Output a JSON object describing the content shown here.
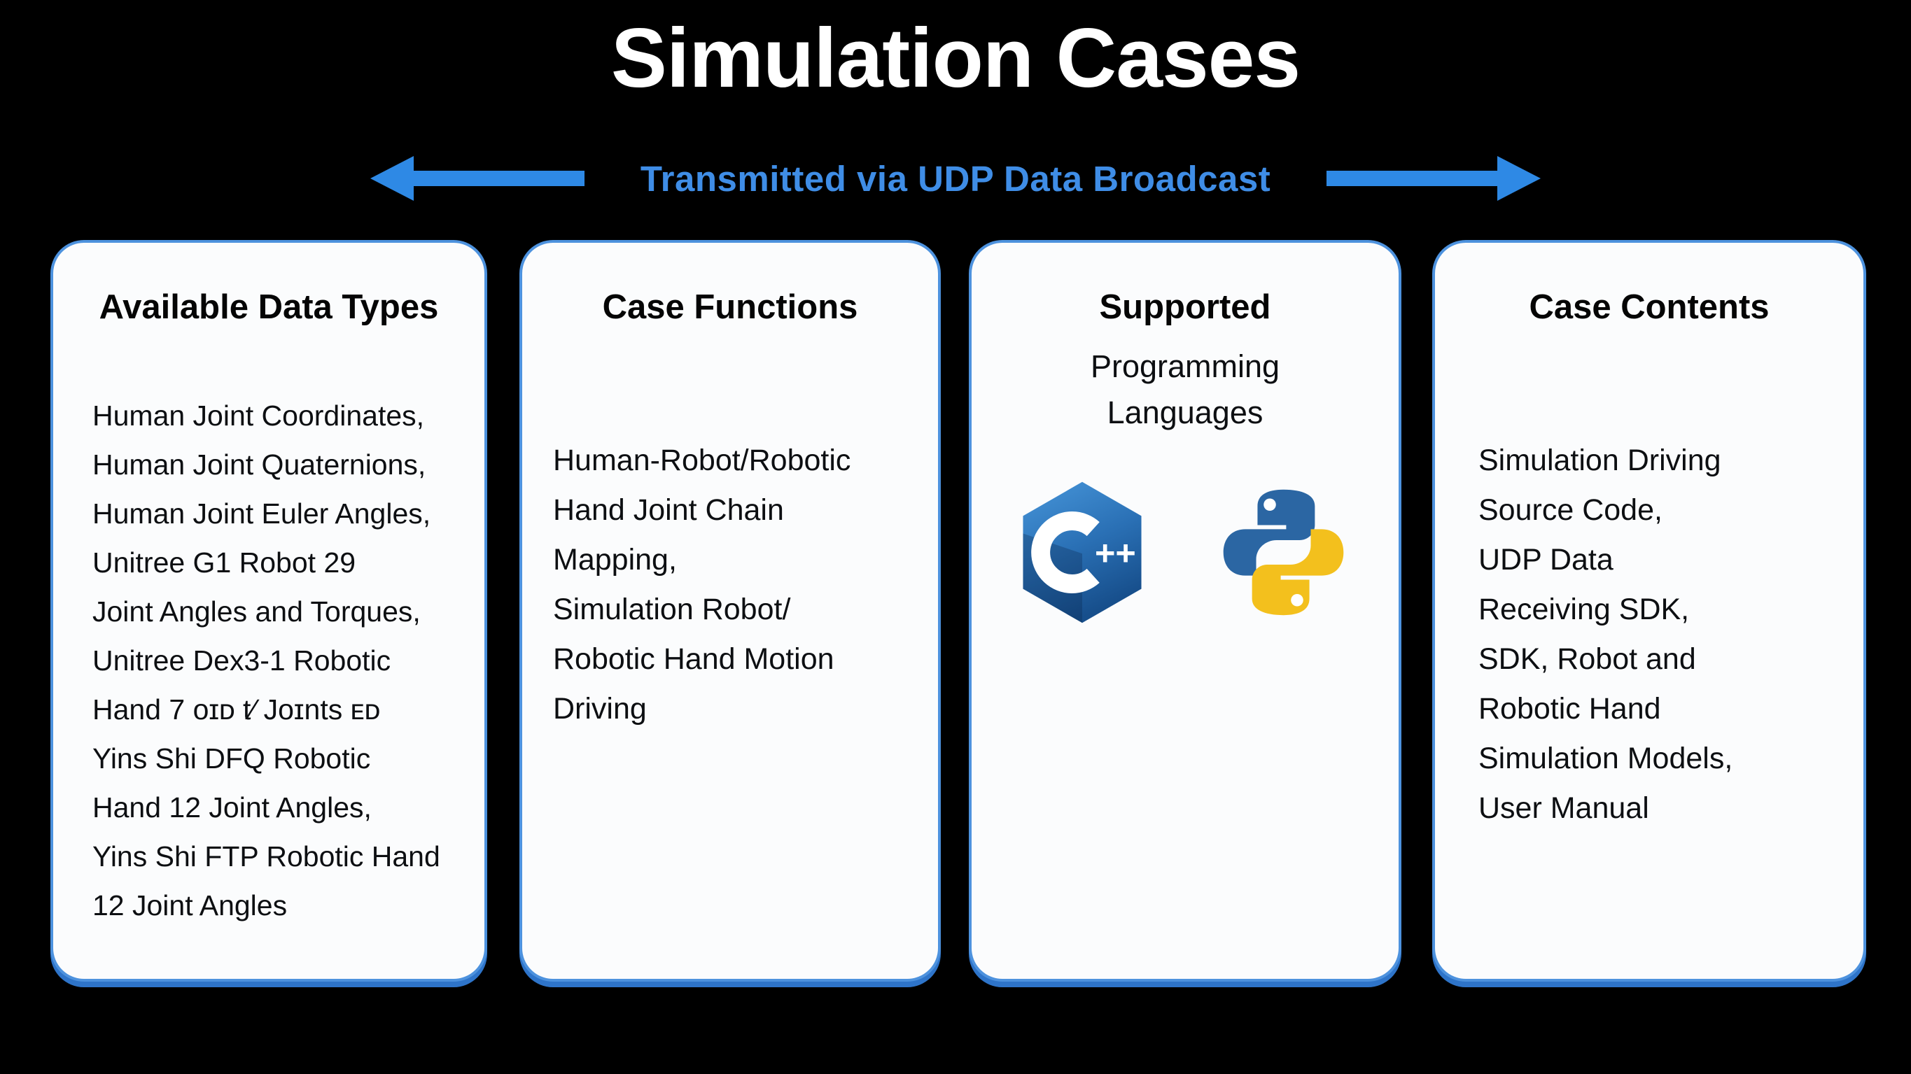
{
  "header": {
    "title": "Simulation Cases",
    "subtitle": "Transmitted via UDP Data Broadcast"
  },
  "cards": [
    {
      "id": "available-data-types",
      "title": "Available Data Types",
      "lines": [
        "Human Joint Coordinates,",
        "Human Joint Quaternions,",
        "Human Joint Euler Angles,",
        "Unitree G1 Robot 29",
        "Joint Angles and Torques,",
        "Unitree Dex3-1 Robotic",
        "Hand 7 ᴏɪᴅ t⁄ Joɪnts ᴇᴅ",
        "Yins Shi DFQ Robotic",
        "Hand 12 Joint Angles,",
        "Yins Shi FTP Robotic Hand",
        "12 Joint Angles"
      ]
    },
    {
      "id": "case-functions",
      "title": "Case Functions",
      "lines": [
        "Human-Robot/Robotic",
        "Hand Joint Chain",
        "Mapping,",
        "Simulation Robot/",
        "Robotic Hand Motion",
        "Driving"
      ]
    },
    {
      "id": "supported-languages",
      "title": "Supported",
      "subtitle_lines": [
        "Programming",
        "Languages"
      ],
      "logos": [
        {
          "icon": "cpp-logo-icon",
          "letter": "C",
          "plus": "++"
        },
        {
          "icon": "python-logo-icon"
        }
      ]
    },
    {
      "id": "case-contents",
      "title": "Case Contents",
      "lines": [
        "Simulation Driving",
        "Source Code,",
        "UDP Data",
        "Receiving SDK,",
        "SDK, Robot and",
        "Robotic Hand",
        "Simulation Models,",
        "User Manual"
      ]
    }
  ],
  "colors": {
    "background": "#000000",
    "title_text": "#ffffff",
    "accent_blue": "#3f8de6",
    "arrow_blue": "#2e89e5",
    "card_background": "#fbfcfd",
    "card_border": "#4d92de",
    "card_shadow": "#2e74c9",
    "body_text": "#0d0f12",
    "cpp_blue_light": "#4796da",
    "cpp_blue_dark": "#174f8c",
    "python_blue": "#2b66a3",
    "python_yellow": "#f3c01d"
  }
}
